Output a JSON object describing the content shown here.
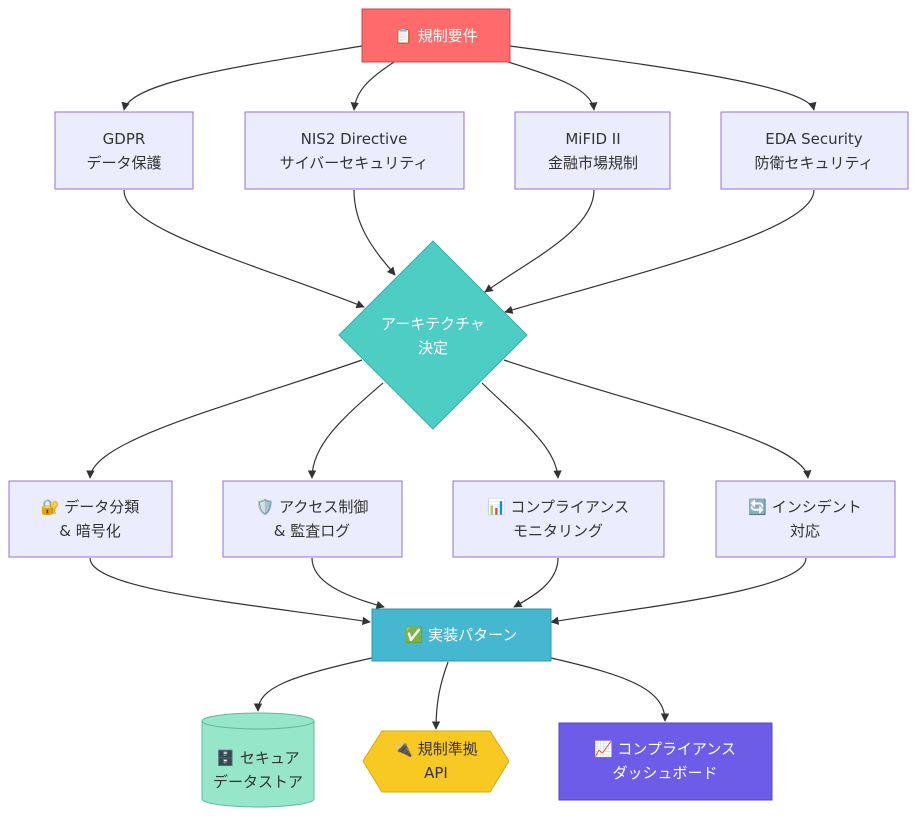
{
  "colors": {
    "requirement_header": "#ff6b6b",
    "regulation_fill": "#ececff",
    "regulation_stroke": "#9370db",
    "decision": "#4ecdc4",
    "pattern": "#45b7d1",
    "datastore": "#96e6c9",
    "api": "#f9c923",
    "dashboard": "#6c5ce7",
    "edge": "#333333"
  },
  "nodes": {
    "requirements": {
      "line1": "📋 規制要件"
    },
    "gdpr": {
      "line1": "GDPR",
      "line2": "データ保護"
    },
    "nis2": {
      "line1": "NIS2 Directive",
      "line2": "サイバーセキュリティ"
    },
    "mifid": {
      "line1": "MiFID II",
      "line2": "金融市場規制"
    },
    "eda": {
      "line1": "EDA Security",
      "line2": "防衛セキュリティ"
    },
    "decision": {
      "line1": "アーキテクチャ",
      "line2": "決定"
    },
    "classify": {
      "line1": "🔐 データ分類",
      "line2": "& 暗号化"
    },
    "access": {
      "line1": "🛡️ アクセス制御",
      "line2": "& 監査ログ"
    },
    "monitor": {
      "line1": "📊 コンプライアンス",
      "line2": "モニタリング"
    },
    "incident": {
      "line1": "🔄 インシデント",
      "line2": "対応"
    },
    "patterns": {
      "line1": "✅ 実装パターン"
    },
    "store": {
      "line1": "🗄️ セキュア",
      "line2": "データストア"
    },
    "api": {
      "line1": "🔌 規制準拠",
      "line2": "API"
    },
    "dashboard": {
      "line1": "📈 コンプライアンス",
      "line2": "ダッシュボード"
    }
  }
}
